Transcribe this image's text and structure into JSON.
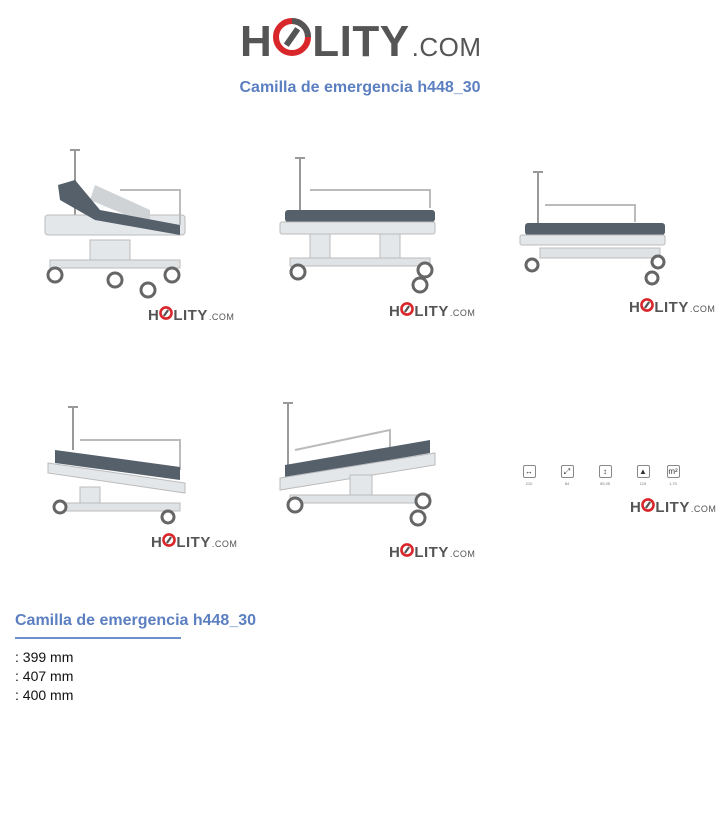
{
  "brand": {
    "main": "HOLITY",
    "domain": ".COM",
    "accent_color": "#d9262b",
    "text_color": "#555555"
  },
  "page_title": "Camilla de emergencia h448_30",
  "gallery": [
    {
      "name": "stretcher-backrest-raised",
      "watermark_main": "HOLITY",
      "watermark_domain": ".COM"
    },
    {
      "name": "stretcher-flat-high",
      "watermark_main": "HOLITY",
      "watermark_domain": ".COM"
    },
    {
      "name": "stretcher-flat-low",
      "watermark_main": "HOLITY",
      "watermark_domain": ".COM"
    },
    {
      "name": "stretcher-tilted-down",
      "watermark_main": "HOLITY",
      "watermark_domain": ".COM"
    },
    {
      "name": "stretcher-tilted-up",
      "watermark_main": "HOLITY",
      "watermark_domain": ".COM"
    },
    {
      "name": "spec-icons",
      "watermark_main": "HOLITY",
      "watermark_domain": ".COM"
    }
  ],
  "spec_icons": [
    {
      "icon": "width-arrows-icon",
      "glyph": "↔",
      "value": "210"
    },
    {
      "icon": "diagonal-arrows-icon",
      "glyph": "⤢",
      "value": "84"
    },
    {
      "icon": "height-arrows-icon",
      "glyph": "↕",
      "value": "55,95"
    },
    {
      "icon": "weight-icon",
      "glyph": "▲",
      "value": "115"
    },
    {
      "icon": "area-icon",
      "glyph": "m²",
      "value": "1,70"
    }
  ],
  "section_title": "Camilla de emergencia h448_30",
  "dimensions": [
    ": 399 mm",
    ": 407 mm",
    ": 400 mm"
  ],
  "colors": {
    "title_blue": "#5b7fc0",
    "mattress": "#55606b",
    "frame": "#d8dde2"
  }
}
